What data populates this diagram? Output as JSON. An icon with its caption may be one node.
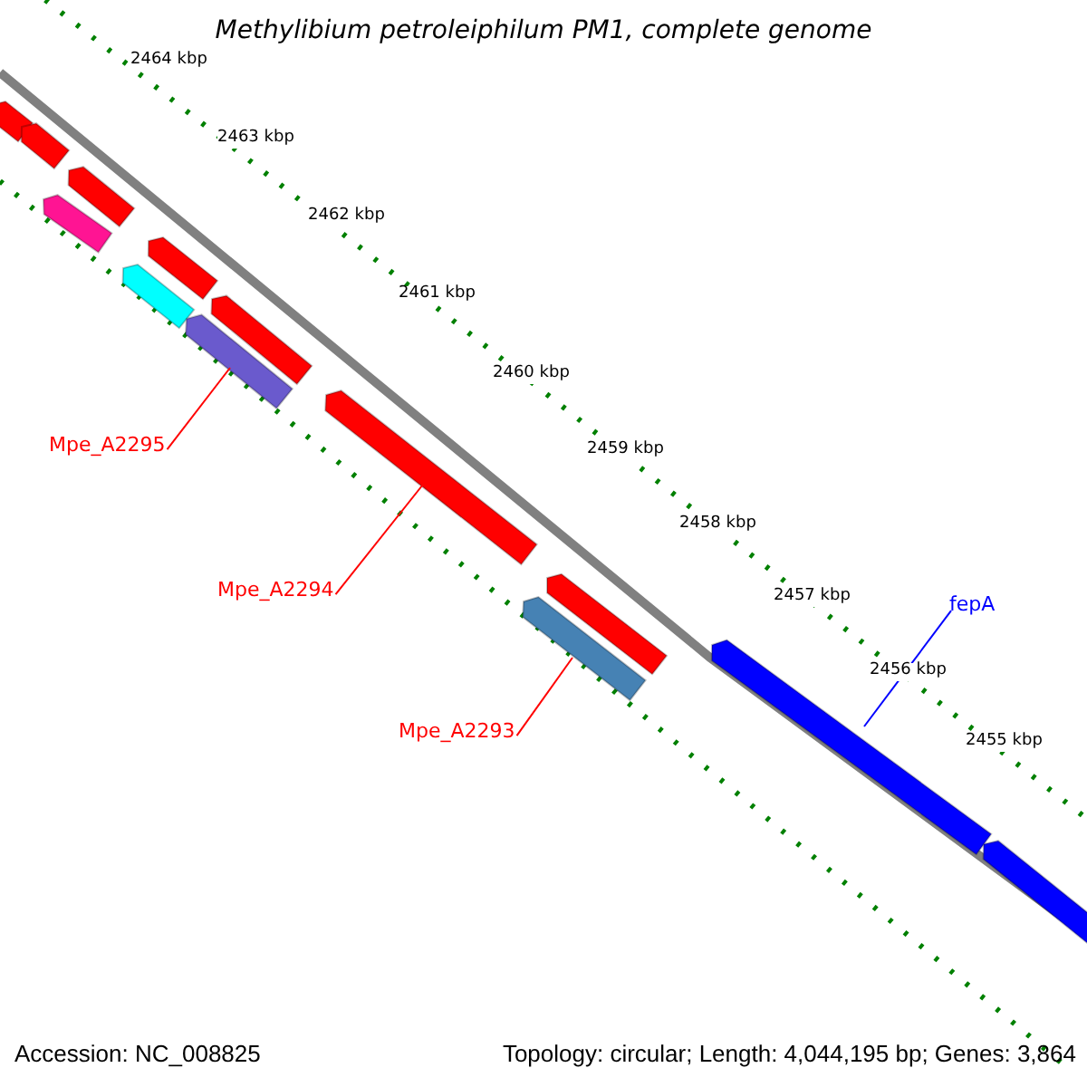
{
  "diagram": {
    "title": "Methylibium petroleiphilum PM1, complete genome",
    "nodes": [
      {
        "text": [
          "Mpe_A2295"
        ]
      },
      {
        "text": [],
        "shape": "bar"
      },
      {
        "text": [
          "Mpe_A2294"
        ]
      },
      {
        "text": [],
        "shape": "bar"
      },
      {
        "text": [
          "Mpe_A2293"
        ]
      },
      {
        "text": [],
        "shape": "bar"
      },
      {
        "text": [
          "fepA"
        ]
      },
      {
        "text": [],
        "shape": "bar"
      }
    ],
    "edges": [
      {
        "from": 0,
        "to": 1,
        "arrow": "none"
      },
      {
        "from": 2,
        "to": 3,
        "arrow": "none"
      },
      {
        "from": 4,
        "to": 5,
        "arrow": "none"
      },
      {
        "from": 6,
        "to": 7,
        "arrow": "none",
        "color": "#0000ff"
      }
    ],
    "labels": [
      "2464 kbp",
      "2463 kbp",
      "2462 kbp",
      "2461 kbp",
      "2460 kbp",
      "2459 kbp",
      "2458 kbp",
      "2457 kbp",
      "2456 kbp",
      "2455 kbp",
      "Accession: NC_008825",
      "Topology: circular; Length: 4,044,195 bp; Genes: 3,864"
    ]
  }
}
